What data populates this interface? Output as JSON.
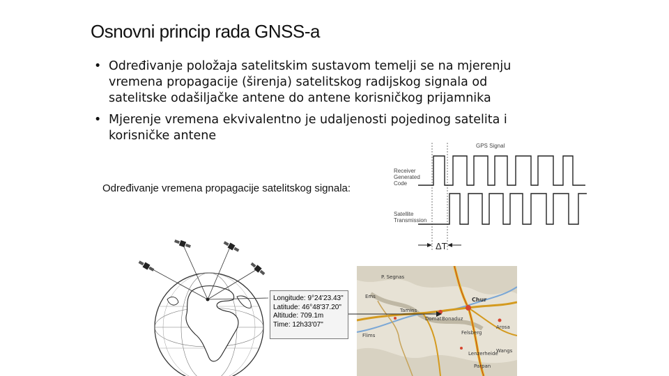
{
  "title": "Osnovni princip rada GNSS-a",
  "bullets": [
    "Određivanje položaja satelitskim sustavom temelji se na mjerenju vremena propagacije (širenja) satelitskog radijskog signala od satelitske odašiljačke antene do antene korisničkog prijamnika",
    "Mjerenje vremena ekvivalentno je udaljenosti pojedinog satelita i korisničke antene"
  ],
  "bullet_marker": "•",
  "caption": "Određivanje vremena propagacije satelitskog signala:",
  "timing_diagram": {
    "gps_signal": "GPS Signal",
    "receiver_code": [
      "Receiver",
      "Generated",
      "Code"
    ],
    "satellite_transmission": [
      "Satellite",
      "Transmission"
    ],
    "delta_t": "ΔT"
  },
  "position_readout": {
    "longitude": "Longitude: 9°24'23.43\"",
    "latitude": "Latitude: 46°48'37.20\"",
    "altitude": "Altitude: 709.1m",
    "time": "Time: 12h33'07\""
  },
  "map_labels": [
    "Chur",
    "Domat",
    "Bonaduz",
    "Tamins",
    "Flims",
    "Arosa",
    "Felsberg",
    "Lenzerheide",
    "Parpan",
    "P. Segnas",
    "Ems",
    "Wangs"
  ],
  "colors": {
    "road_main": "#d49a1f",
    "road_highway": "#e3b81c",
    "river": "#7aa7d6",
    "map_bg": "#e7e2d5"
  }
}
